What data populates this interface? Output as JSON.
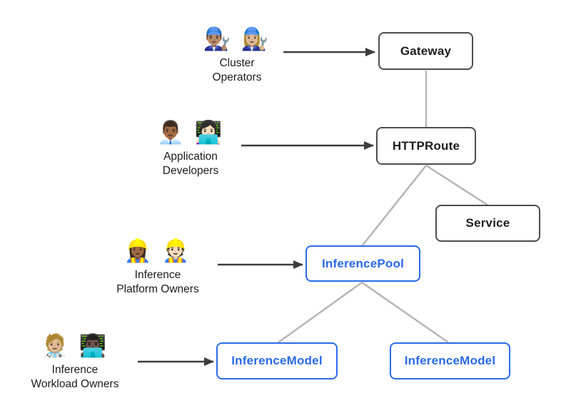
{
  "diagram": {
    "nodes": {
      "gateway": "Gateway",
      "httproute": "HTTPRoute",
      "service": "Service",
      "inference_pool": "InferencePool",
      "inference_model_1": "InferenceModel",
      "inference_model_2": "InferenceModel"
    },
    "actors": {
      "cluster_operators": {
        "emoji": "👨🏽‍🔧 👩🏼‍🔧",
        "line1": "Cluster",
        "line2": "Operators"
      },
      "application_developers": {
        "emoji": "👨🏾‍💼 👩🏻‍💻",
        "line1": "Application",
        "line2": "Developers"
      },
      "inference_platform_owners": {
        "emoji": "👷🏾‍♀️ 👷🏻",
        "line1": "Inference",
        "line2": "Platform Owners"
      },
      "inference_workload_owners": {
        "emoji": "🧑🏼‍⚕️ 👨🏿‍💻",
        "line1": "Inference",
        "line2": "Workload Owners"
      }
    },
    "edges": [
      "Gateway - HTTPRoute",
      "HTTPRoute - InferencePool",
      "HTTPRoute - Service",
      "InferencePool - InferenceModel (left)",
      "InferencePool - InferenceModel (right)"
    ],
    "colors": {
      "background": "#ffffff",
      "node_border_dark": "#4d4d4d",
      "node_text_dark": "#1d1d1f",
      "accent_blue": "#2a6ae8",
      "connector_gray": "#b5b5b5",
      "arrow_dark": "#3d3d3d"
    }
  }
}
